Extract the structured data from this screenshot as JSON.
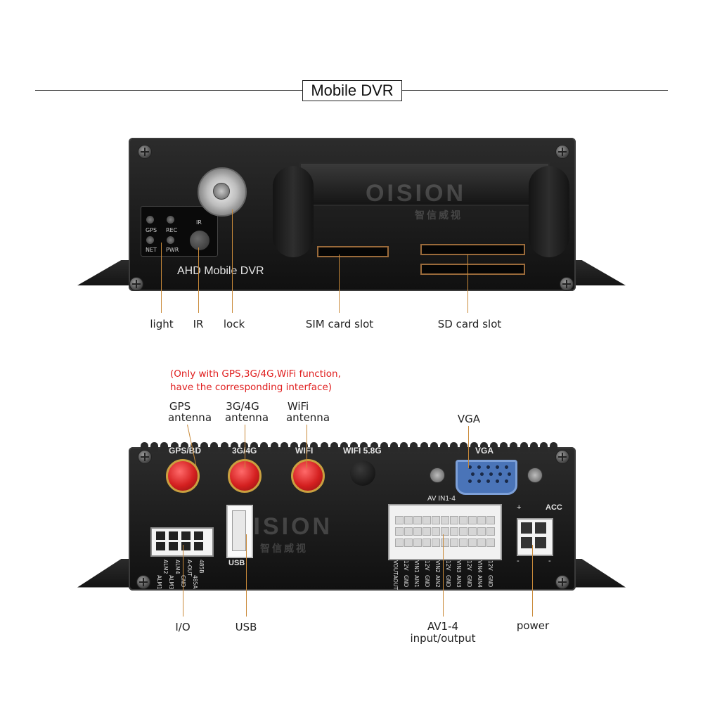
{
  "title": "Mobile DVR",
  "front_panel": {
    "brand_text": "AHD Mobile DVR",
    "watermark": "OISION",
    "watermark_sub": "智信威视",
    "led_labels": [
      "GPS",
      "REC",
      "NET",
      "PWR"
    ],
    "ir_label": "IR",
    "callouts": {
      "light": "light",
      "ir": "IR",
      "lock": "lock",
      "sim": "SIM card slot",
      "sd": "SD card slot"
    }
  },
  "rear_panel": {
    "note_line1": "(Only with GPS,3G/4G,WiFi function,",
    "note_line2": "have the corresponding interface)",
    "port_labels": {
      "gps": "GPS/BD",
      "g34": "3G/4G",
      "wifi": "WIFI",
      "wifi58": "WIFI 5.8G",
      "vga": "VGA",
      "av": "AV  IN1-4",
      "usb": "USB",
      "acc": "ACC",
      "plus": "+",
      "minus1": "-",
      "minus2": "-"
    },
    "watermark": "OISION",
    "watermark_sub": "智信威视",
    "io_pins_row1": [
      "ALM2",
      "ALM4",
      "A-OUT",
      "485B"
    ],
    "io_pins_row2": [
      "ALM1",
      "ALM3",
      "GND",
      "485A"
    ],
    "av_pins_row1": [
      "VOUT",
      "12V",
      "VIN1",
      "12V",
      "VIN2",
      "12V",
      "VIN3",
      "12V",
      "VIN4",
      "12V"
    ],
    "av_pins_row2": [
      "AOUT",
      "GND",
      "AIN1",
      "GND",
      "AIN2",
      "GND",
      "AIN3",
      "GND",
      "AIN4",
      "GND"
    ],
    "callouts": {
      "gps_line1": "GPS",
      "gps_line2": "antenna",
      "g34_line1": "3G/4G",
      "g34_line2": "antenna",
      "wifi_line1": "WiFi",
      "wifi_line2": "antenna",
      "vga": "VGA",
      "io": "I/O",
      "usb": "USB",
      "av_line1": "AV1-4",
      "av_line2": "input/output",
      "power": "power"
    }
  }
}
